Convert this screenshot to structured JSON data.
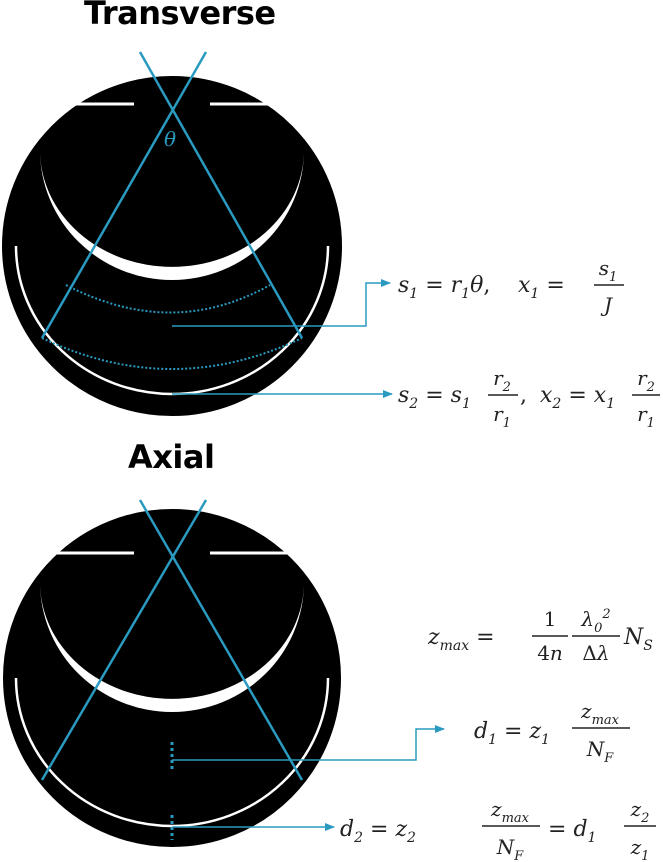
{
  "titles": {
    "transverse": "Transverse",
    "axial": "Axial"
  },
  "colors": {
    "eye": "#000000",
    "lens": "#ffffff",
    "ray": "#2a9ac0",
    "text": "#222222"
  },
  "labels": {
    "theta": "θ"
  }
}
